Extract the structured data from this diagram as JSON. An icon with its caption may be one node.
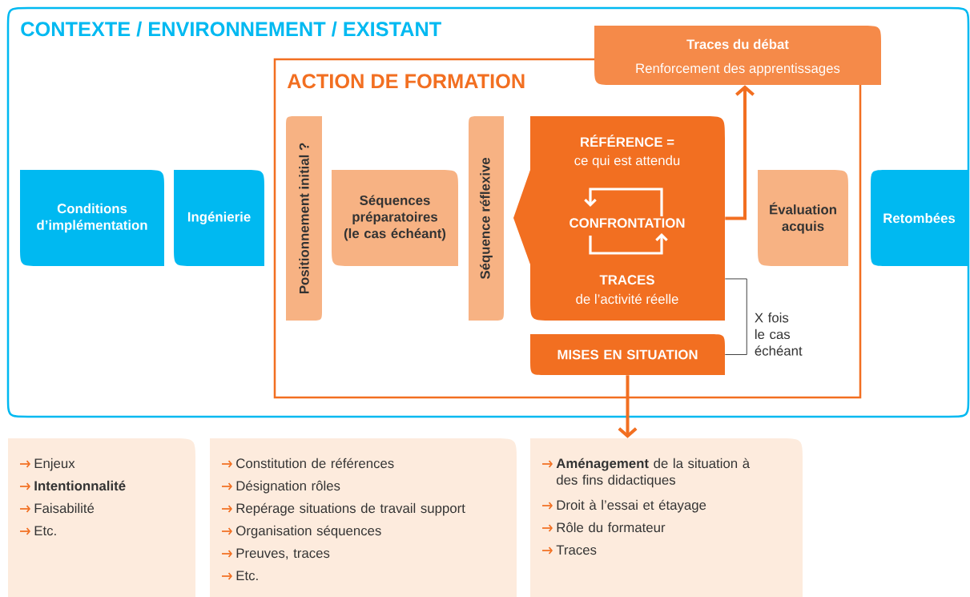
{
  "diagram": {
    "nodes": [
      {
        "text": [
          "CONTEXTE / ENVIRONNEMENT / EXISTANT"
        ]
      },
      {
        "text": [
          "ACTION DE FORMATION"
        ],
        "in": 0
      },
      {
        "text": [
          "Conditions d’implémentation"
        ],
        "in": 0
      },
      {
        "text": [
          "Ingénierie"
        ],
        "in": 0
      },
      {
        "text": [
          "Positionnement initial ?"
        ],
        "in": 1
      },
      {
        "text": [
          "Séquences préparatoires (le cas échéant)"
        ],
        "in": 1
      },
      {
        "text": [
          "Séquence réflexive"
        ],
        "in": 1
      },
      {
        "text": [
          "RÉFÉRENCE =",
          "ce qui est attendu",
          "CONFRONTATION",
          "TRACES",
          "de l’activité réelle"
        ],
        "in": 1
      },
      {
        "text": [
          "MISES EN SITUATION"
        ],
        "in": 1
      },
      {
        "text": [
          "Évaluation acquis"
        ],
        "in": 1
      },
      {
        "text": [
          "Traces du débat",
          "Renforcement des apprentissages"
        ],
        "in": 0
      },
      {
        "text": [
          "Retombées"
        ],
        "in": 0
      },
      {
        "text": [
          "Enjeux",
          "**Intentionnalité**",
          "Faisabilité",
          "Etc."
        ]
      },
      {
        "text": [
          "Constitution de références",
          "Désignation rôles",
          "Repérage situations de travail support",
          "Organisation séquences",
          "Preuves, traces",
          "Etc."
        ]
      },
      {
        "text": [
          "**Aménagement** de la situation à des fins didactiques",
          "Droit à l’essai et étayage",
          "Rôle du formateur",
          "Traces"
        ]
      }
    ],
    "edges": [
      {
        "from": 7,
        "to": 10,
        "arrow": "to"
      },
      {
        "from": 8,
        "to": 14,
        "arrow": "to"
      },
      {
        "from": 7,
        "to": 8,
        "arrow": "none",
        "color": "#333333",
        "label": "X fois le cas échéant"
      }
    ]
  }
}
